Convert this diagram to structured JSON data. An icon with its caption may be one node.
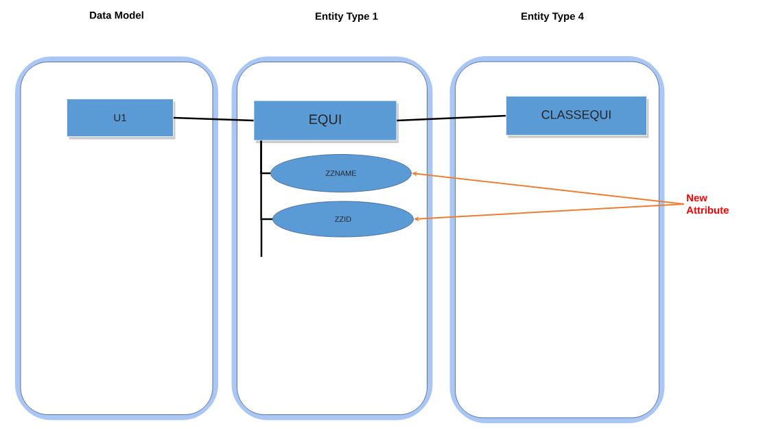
{
  "diagram": {
    "nodes": [
      {
        "text": [
          "Data Model"
        ]
      },
      {
        "text": [
          "Entity Type 1"
        ]
      },
      {
        "text": [
          "Entity Type 4"
        ]
      },
      {
        "text": [
          "U1"
        ],
        "in": 0
      },
      {
        "text": [
          "EQUI"
        ],
        "in": 1
      },
      {
        "text": [
          "ZZNAME"
        ],
        "in": 1
      },
      {
        "text": [
          "ZZID"
        ],
        "in": 1
      },
      {
        "text": [
          "CLASSEQUI"
        ],
        "in": 2
      },
      {
        "text": [
          "New Attribute"
        ]
      }
    ],
    "edges": [
      {
        "from": 3,
        "to": 4,
        "arrow": "none"
      },
      {
        "from": 4,
        "to": 7,
        "arrow": "none"
      },
      {
        "from": 4,
        "to": 5,
        "arrow": "none"
      },
      {
        "from": 4,
        "to": 6,
        "arrow": "none"
      },
      {
        "from": 8,
        "to": 5,
        "arrow": "to",
        "color": "#ed7d31"
      },
      {
        "from": 8,
        "to": 6,
        "arrow": "to",
        "color": "#ed7d31"
      }
    ]
  }
}
